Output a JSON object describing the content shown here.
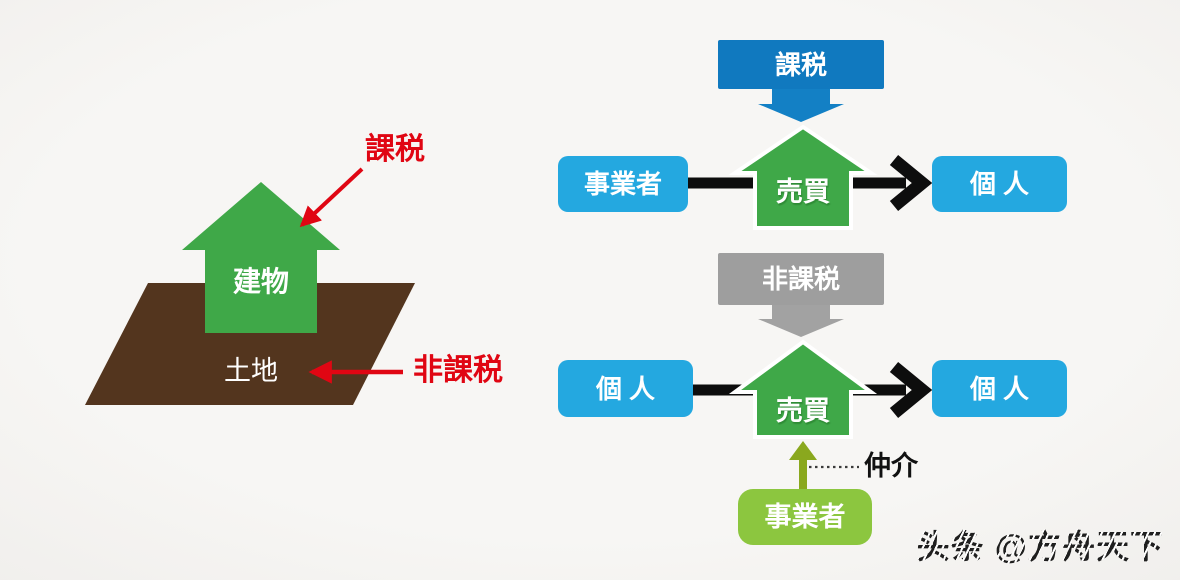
{
  "left_diagram": {
    "building_label": "建物",
    "land_label": "土地",
    "taxable_note": "課税",
    "nontaxable_note": "非課税",
    "colors": {
      "building_green": "#3fa848",
      "land_brown": "#53351e",
      "note_red": "#e00613"
    }
  },
  "flow_top": {
    "tax_label": "課税",
    "from_label": "事業者",
    "action_label": "売買",
    "to_label": "個人",
    "colors": {
      "tax_box_blue": "#1079bf",
      "party_blue": "#24a8e0",
      "action_green": "#3fa848",
      "arrow_black": "#0d0d0d"
    }
  },
  "flow_bottom": {
    "tax_label": "非課税",
    "from_label": "個人",
    "action_label": "売買",
    "to_label": "個人",
    "agent_label": "事業者",
    "agent_role_label": "仲介",
    "colors": {
      "tax_box_gray": "#9e9e9e",
      "party_blue": "#24a8e0",
      "action_green": "#3fa848",
      "agent_box_green": "#8cc63f",
      "agent_arrow_olive": "#8aa81e"
    }
  },
  "watermark": {
    "text": "头条 @方舟天下"
  }
}
